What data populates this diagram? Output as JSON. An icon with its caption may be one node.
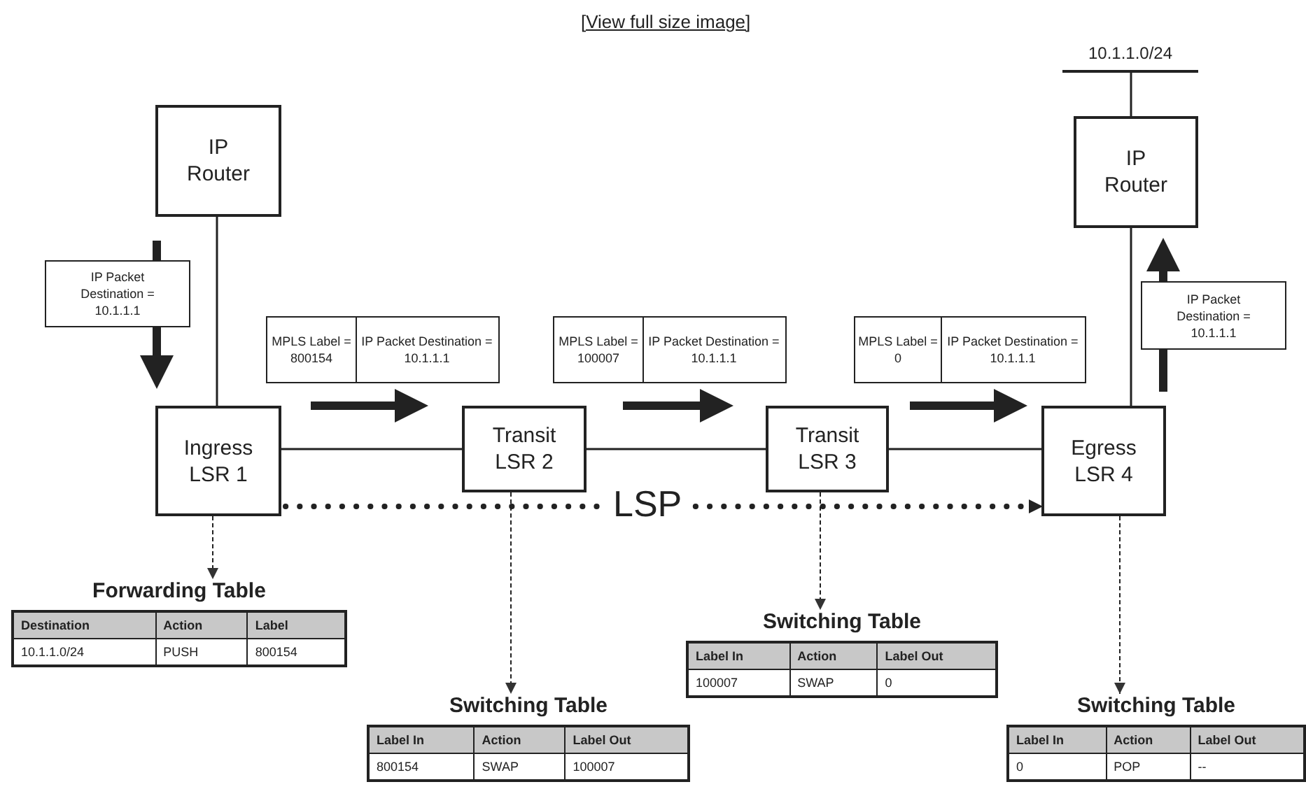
{
  "diagram": {
    "nodes": [
      {
        "text": [
          "10.1.1.0/24"
        ]
      },
      {
        "text": [
          "IP Router"
        ]
      },
      {
        "text": [
          "IP Router"
        ]
      },
      {
        "text": [
          "IP Packet Destination = 10.1.1.1"
        ]
      },
      {
        "text": [
          "MPLS Label = 800154",
          "IP Packet Destination = 10.1.1.1"
        ]
      },
      {
        "text": [
          "MPLS Label = 100007",
          "IP Packet Destination = 10.1.1.1"
        ]
      },
      {
        "text": [
          "MPLS Label = 0",
          "IP Packet Destination = 10.1.1.1"
        ]
      },
      {
        "text": [
          "IP Packet Destination = 10.1.1.1"
        ]
      },
      {
        "text": [
          "Ingress LSR 1"
        ]
      },
      {
        "text": [
          "Transit LSR 2"
        ]
      },
      {
        "text": [
          "Transit LSR 3"
        ]
      },
      {
        "text": [
          "Egress LSR 4"
        ]
      },
      {
        "text": [
          "Forwarding Table",
          "Destination",
          "Action",
          "Label",
          "10.1.1.0/24",
          "PUSH",
          "800154"
        ]
      },
      {
        "text": [
          "Switching Table",
          "Label In",
          "Action",
          "Label Out",
          "100007",
          "SWAP",
          "0"
        ]
      },
      {
        "text": [
          "Switching Table",
          "Label In",
          "Action",
          "Label Out",
          "800154",
          "SWAP",
          "100007"
        ]
      },
      {
        "text": [
          "Switching Table",
          "Label In",
          "Action",
          "Label Out",
          "0",
          "POP",
          "--"
        ]
      }
    ],
    "edges": [
      {
        "from": 1,
        "to": 8,
        "arrow": "none"
      },
      {
        "from": 8,
        "to": 9,
        "arrow": "none"
      },
      {
        "from": 9,
        "to": 10,
        "arrow": "none"
      },
      {
        "from": 10,
        "to": 11,
        "arrow": "none"
      },
      {
        "from": 11,
        "to": 2,
        "arrow": "none"
      },
      {
        "from": 2,
        "to": 0,
        "arrow": "none"
      },
      {
        "from": 8,
        "to": 11,
        "arrow": "to",
        "style": "dashed",
        "label": "LSP"
      },
      {
        "from": 8,
        "to": 12,
        "arrow": "to",
        "style": "dashed"
      },
      {
        "from": 9,
        "to": 14,
        "arrow": "to",
        "style": "dashed"
      },
      {
        "from": 10,
        "to": 13,
        "arrow": "to",
        "style": "dashed"
      },
      {
        "from": 11,
        "to": 15,
        "arrow": "to",
        "style": "dashed"
      }
    ],
    "labels": [
      "[View full size image]"
    ]
  }
}
